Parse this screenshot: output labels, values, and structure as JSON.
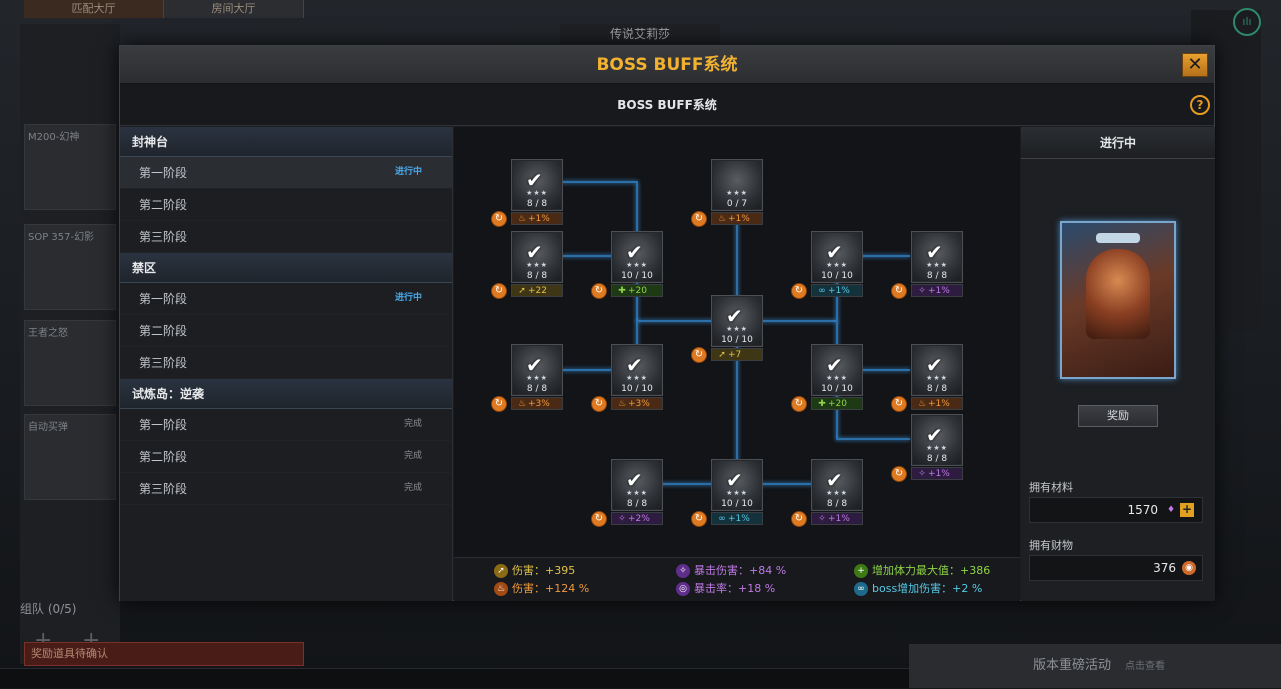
{
  "background": {
    "tabs": [
      "匹配大厅",
      "房间大厅"
    ],
    "top_center": "传说艾莉莎",
    "team_label": "组队 (0/5)",
    "confirm_label": "奖励道具待确认",
    "event_label": "版本重磅活动",
    "event_sub": "点击查看",
    "left_blocks": [
      "M200-幻神",
      "SOP 357-幻影",
      "王者之怒",
      "自动买弹"
    ]
  },
  "modal": {
    "title": "BOSS BUFF系统",
    "close_label": "✕",
    "subtitle": "BOSS BUFF系统",
    "help_label": "?"
  },
  "sidebar": {
    "categories": [
      {
        "name": "封神台",
        "stages": [
          {
            "label": "第一阶段",
            "status": "进行中"
          },
          {
            "label": "第二阶段",
            "status": ""
          },
          {
            "label": "第三阶段",
            "status": ""
          }
        ]
      },
      {
        "name": "禁区",
        "stages": [
          {
            "label": "第一阶段",
            "status": "进行中"
          },
          {
            "label": "第二阶段",
            "status": ""
          },
          {
            "label": "第三阶段",
            "status": ""
          }
        ]
      },
      {
        "name": "试炼岛：逆袭",
        "stages": [
          {
            "label": "第一阶段",
            "status": "完成"
          },
          {
            "label": "第二阶段",
            "status": "完成"
          },
          {
            "label": "第三阶段",
            "status": "完成"
          }
        ]
      }
    ]
  },
  "tree": {
    "nodes": [
      {
        "count": "8 / 8",
        "bonus": "+1%",
        "type": "orange",
        "checked": true
      },
      {
        "count": "0 / 7",
        "bonus": "+1%",
        "type": "orange",
        "checked": false
      },
      {
        "count": "8 / 8",
        "bonus": "+22",
        "type": "gold",
        "checked": true
      },
      {
        "count": "10 / 10",
        "bonus": "+20",
        "type": "green",
        "checked": true
      },
      {
        "count": "10 / 10",
        "bonus": "+1%",
        "type": "cyan",
        "checked": true
      },
      {
        "count": "8 / 8",
        "bonus": "+1%",
        "type": "purple",
        "checked": true
      },
      {
        "count": "10 / 10",
        "bonus": "+7",
        "type": "gold",
        "checked": true
      },
      {
        "count": "8 / 8",
        "bonus": "+3%",
        "type": "orange",
        "checked": true
      },
      {
        "count": "10 / 10",
        "bonus": "+3%",
        "type": "orange",
        "checked": true
      },
      {
        "count": "10 / 10",
        "bonus": "+20",
        "type": "green",
        "checked": true
      },
      {
        "count": "8 / 8",
        "bonus": "+1%",
        "type": "orange",
        "checked": true
      },
      {
        "count": "8 / 8",
        "bonus": "+1%",
        "type": "purple",
        "checked": true
      },
      {
        "count": "8 / 8",
        "bonus": "+2%",
        "type": "purple",
        "checked": true
      },
      {
        "count": "10 / 10",
        "bonus": "+1%",
        "type": "cyan",
        "checked": true
      },
      {
        "count": "8 / 8",
        "bonus": "+1%",
        "type": "purple",
        "checked": true
      }
    ]
  },
  "stats": [
    {
      "label": "伤害：+395",
      "type": "gold"
    },
    {
      "label": "伤害：+124 %",
      "type": "orange"
    },
    {
      "label": "暴击伤害：+84 %",
      "type": "purple"
    },
    {
      "label": "暴击率：+18 %",
      "type": "purple"
    },
    {
      "label": "增加体力最大值：+386",
      "type": "green"
    },
    {
      "label": "boss增加伤害：+2 %",
      "type": "cyan"
    }
  ],
  "right": {
    "status": "进行中",
    "reward_label": "奖励",
    "materials_label": "拥有材料",
    "materials_value": "1570",
    "wealth_label": "拥有财物",
    "wealth_value": "376"
  },
  "colors": {
    "title_gold": "#f2b230",
    "in_progress_blue": "#4aa7e6",
    "link_line": "#2b6fa9"
  }
}
